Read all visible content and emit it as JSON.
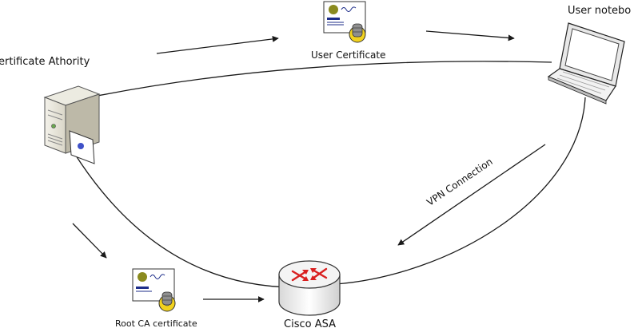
{
  "nodes": {
    "certificate_authority": {
      "label": "ertificate Athority"
    },
    "user_notebook": {
      "label": "User notebo"
    },
    "cisco_asa": {
      "label": "Cisco ASA"
    },
    "user_certificate": {
      "label": "User Certificate"
    },
    "root_ca_certificate": {
      "label": "Root CA certificate"
    }
  },
  "edges": {
    "vpn_connection": {
      "label": "VPN Connection"
    }
  },
  "colors": {
    "line": "#1a1a1a",
    "ca_dot": "#3f51c8",
    "cert_seal": "#8a8a1e",
    "cert_text_bar": "#1e2e8a",
    "gear": "#f2d21e",
    "router_arrows": "#d92020"
  }
}
